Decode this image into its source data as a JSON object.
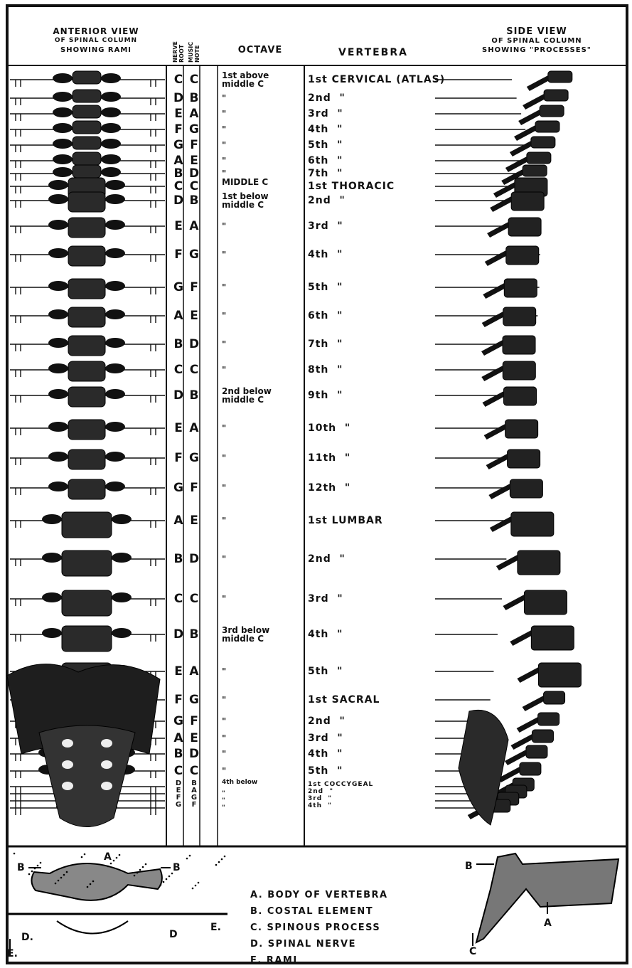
{
  "headers": {
    "anterior": [
      "ANTERIOR VIEW",
      "OF SPINAL COLUMN",
      "SHOWING RAMI"
    ],
    "col1": "NERVE ROOT",
    "col2": "MUSIC NOTE",
    "octave": "OCTAVE",
    "vertebra": "VERTEBRA",
    "side": [
      "SIDE VIEW",
      "OF SPINAL COLUMN",
      "SHOWING \"PROCESSES\""
    ]
  },
  "rows": [
    {
      "n1": "C",
      "n2": "C",
      "oct": "1st above\nmiddle C",
      "vert": "1st CERVICAL (ATLAS)"
    },
    {
      "n1": "D",
      "n2": "B",
      "oct": "\"",
      "vert": "2nd  \""
    },
    {
      "n1": "E",
      "n2": "A",
      "oct": "\"",
      "vert": "3rd  \""
    },
    {
      "n1": "F",
      "n2": "G",
      "oct": "\"",
      "vert": "4th  \""
    },
    {
      "n1": "G",
      "n2": "F",
      "oct": "\"",
      "vert": "5th  \""
    },
    {
      "n1": "A",
      "n2": "E",
      "oct": "\"",
      "vert": "6th  \""
    },
    {
      "n1": "B",
      "n2": "D",
      "oct": "\"",
      "vert": "7th  \""
    },
    {
      "n1": "C",
      "n2": "C",
      "oct": "MIDDLE C",
      "vert": "1st THORACIC"
    },
    {
      "n1": "D",
      "n2": "B",
      "oct": "1st below\nmiddle C",
      "vert": "2nd  \""
    },
    {
      "n1": "E",
      "n2": "A",
      "oct": "\"",
      "vert": "3rd  \""
    },
    {
      "n1": "F",
      "n2": "G",
      "oct": "\"",
      "vert": "4th  \""
    },
    {
      "n1": "G",
      "n2": "F",
      "oct": "\"",
      "vert": "5th  \""
    },
    {
      "n1": "A",
      "n2": "E",
      "oct": "\"",
      "vert": "6th  \""
    },
    {
      "n1": "B",
      "n2": "D",
      "oct": "\"",
      "vert": "7th  \""
    },
    {
      "n1": "C",
      "n2": "C",
      "oct": "\"",
      "vert": "8th  \""
    },
    {
      "n1": "D",
      "n2": "B",
      "oct": "2nd below\nmiddle C",
      "vert": "9th  \""
    },
    {
      "n1": "E",
      "n2": "A",
      "oct": "\"",
      "vert": "10th  \""
    },
    {
      "n1": "F",
      "n2": "G",
      "oct": "\"",
      "vert": "11th  \""
    },
    {
      "n1": "G",
      "n2": "F",
      "oct": "\"",
      "vert": "12th  \""
    },
    {
      "n1": "A",
      "n2": "E",
      "oct": "\"",
      "vert": "1st LUMBAR"
    },
    {
      "n1": "B",
      "n2": "D",
      "oct": "\"",
      "vert": "2nd  \""
    },
    {
      "n1": "C",
      "n2": "C",
      "oct": "\"",
      "vert": "3rd  \""
    },
    {
      "n1": "D",
      "n2": "B",
      "oct": "3rd below\nmiddle C",
      "vert": "4th  \""
    },
    {
      "n1": "E",
      "n2": "A",
      "oct": "\"",
      "vert": "5th  \""
    },
    {
      "n1": "F",
      "n2": "G",
      "oct": "\"",
      "vert": "1st SACRAL"
    },
    {
      "n1": "G",
      "n2": "F",
      "oct": "\"",
      "vert": "2nd  \""
    },
    {
      "n1": "A",
      "n2": "E",
      "oct": "\"",
      "vert": "3rd  \""
    },
    {
      "n1": "B",
      "n2": "D",
      "oct": "\"",
      "vert": "4th  \""
    },
    {
      "n1": "C",
      "n2": "C",
      "oct": "\"",
      "vert": "5th  \""
    },
    {
      "n1": "D",
      "n2": "B",
      "oct": "4th below",
      "vert": "1st COCCYGEAL"
    },
    {
      "n1": "E",
      "n2": "A",
      "oct": "\"",
      "vert": "2nd  \""
    },
    {
      "n1": "F",
      "n2": "G",
      "oct": "\"",
      "vert": "3rd  \""
    },
    {
      "n1": "G",
      "n2": "F",
      "oct": "\"",
      "vert": "4th  \""
    }
  ],
  "legend": [
    "A. BODY OF VERTEBRA",
    "B. COSTAL ELEMENT",
    "C. SPINOUS PROCESS",
    "D. SPINAL NERVE",
    "E. RAMI"
  ],
  "small_labels": {
    "a": "A",
    "b": "B",
    "b2": "B",
    "d": "D",
    "d2": "D.",
    "e": "E.",
    "e2": "E.",
    "rb": "B",
    "ra": "A",
    "rc": "C"
  }
}
